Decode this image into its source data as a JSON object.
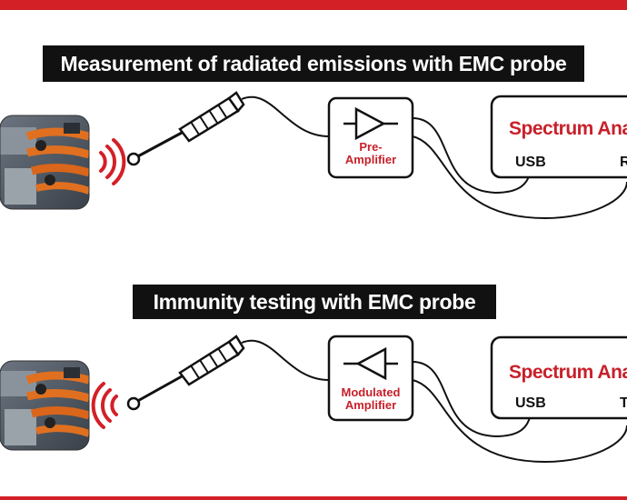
{
  "sections": [
    {
      "title": "Measurement of radiated emissions with EMC probe",
      "amplifier_label": "Pre-\nAmplifier",
      "analyzer_label": "Spectrum Analyz",
      "port_usb": "USB",
      "port_right": "R"
    },
    {
      "title": "Immunity testing with EMC probe",
      "amplifier_label": "Modulated\nAmplifier",
      "analyzer_label": "Spectrum Analyz",
      "port_usb": "USB",
      "port_right": "T"
    }
  ],
  "colors": {
    "accent_red": "#d32027",
    "label_red": "#c8202a",
    "title_bg": "#111111",
    "engine_orange": "#e07020"
  },
  "icons": [
    "engine-photo",
    "signal-waves-icon",
    "emc-probe-icon",
    "amplifier-triangle-icon"
  ]
}
